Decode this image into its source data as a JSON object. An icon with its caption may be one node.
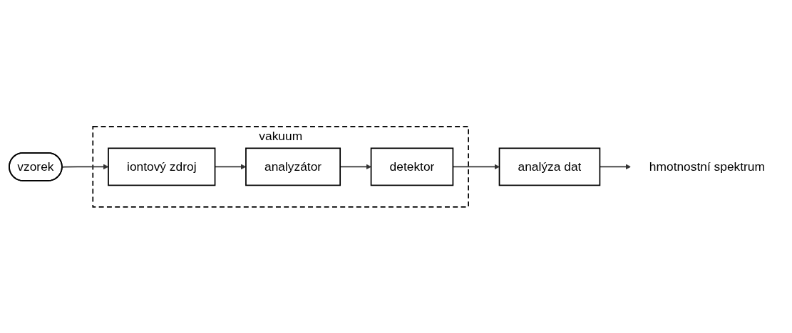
{
  "diagram": {
    "nodes": [
      {
        "text": [
          "vakuum"
        ]
      },
      {
        "text": [
          "iontový zdroj"
        ],
        "in": 0
      },
      {
        "text": [
          "analyzátor"
        ],
        "in": 0
      },
      {
        "text": [
          "detektor"
        ],
        "in": 0
      },
      {
        "text": [
          "vzorek"
        ]
      },
      {
        "text": [
          "analýza dat"
        ]
      },
      {
        "text": [
          "hmotnostní spektrum"
        ]
      }
    ],
    "edges": [
      {
        "from": 1,
        "to": 2,
        "arrow": "to"
      },
      {
        "from": 2,
        "to": 3,
        "arrow": "to"
      },
      {
        "from": 4,
        "to": 1,
        "arrow": "to"
      },
      {
        "from": 3,
        "to": 5,
        "arrow": "to"
      },
      {
        "from": 5,
        "to": 6,
        "arrow": "to"
      }
    ]
  }
}
